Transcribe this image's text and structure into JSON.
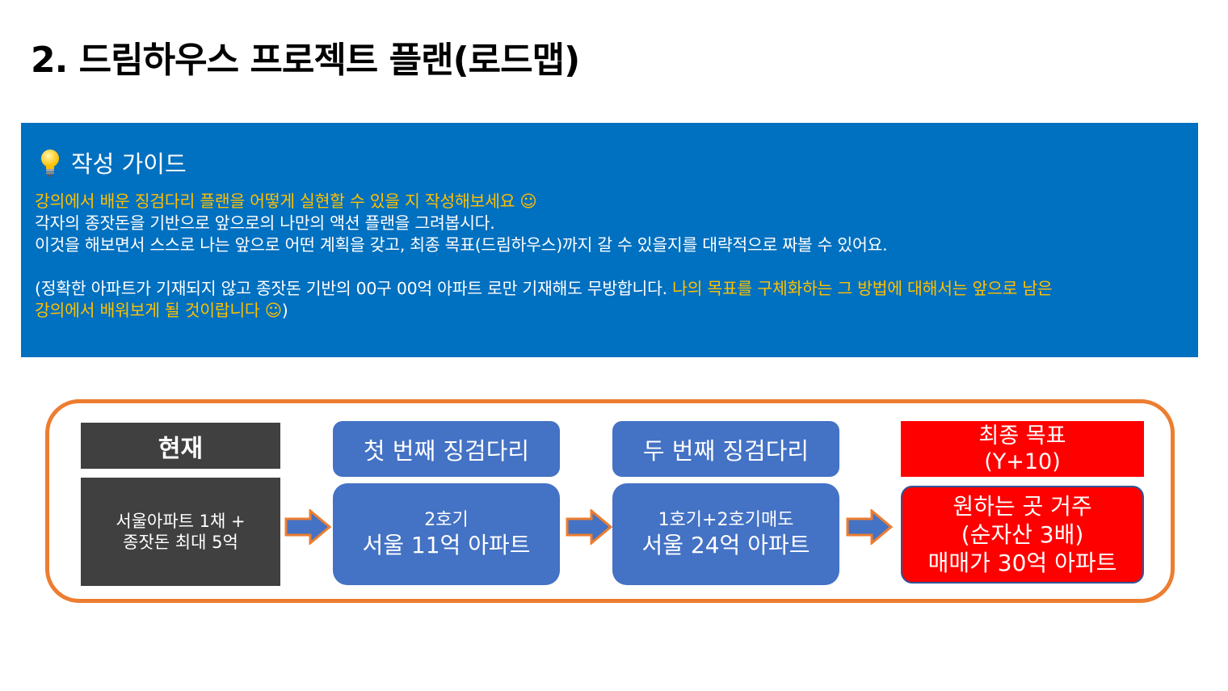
{
  "page": {
    "title": "2. 드림하우스 프로젝트 플랜(로드맵)"
  },
  "guide": {
    "heading": "작성 가이드",
    "line1": "강의에서 배운 징검다리 플랜을 어떻게 실현할 수 있을 지 작성해보세요 ☺",
    "line2": "각자의 종잣돈을 기반으로 앞으로의 나만의 액션 플랜을 그려봅시다.",
    "line3": "이것을 해보면서 스스로 나는 앞으로 어떤 계획을 갖고, 최종 목표(드림하우스)까지 갈 수 있을지를 대략적으로 짜볼 수 있어요.",
    "line4_white": "(정확한 아파트가 기재되지 않고 종잣돈 기반의 00구 00억 아파트 로만 기재해도 무방합니다. ",
    "line4_yellow": "나의 목표를 구체화하는 그 방법에 대해서는 앞으로 남은",
    "line5_yellow": "강의에서 배워보게 될 것이랍니다 ☺",
    "line5_white": ")"
  },
  "roadmap": {
    "current": {
      "label": "현재",
      "line1": "서울아파트 1채 +",
      "line2": "종잣돈 최대 5억"
    },
    "step1": {
      "label": "첫 번째 징검다리",
      "line1": "2호기",
      "line2": "서울 11억 아파트"
    },
    "step2": {
      "label": "두 번째 징검다리",
      "line1": "1호기+2호기매도",
      "line2": "서울 24억 아파트"
    },
    "goal": {
      "label_line1": "최종 목표",
      "label_line2": "(Y+10)",
      "line1": "원하는 곳 거주",
      "line2": "(순자산 3배)",
      "line3": "매매가 30억 아파트"
    }
  },
  "colors": {
    "guide_background": "#0070c0",
    "highlight_text": "#ffc000",
    "roadmap_border": "#ed7d31",
    "current_box": "#404040",
    "step_box": "#4472c4",
    "goal_box": "#ff0000"
  },
  "icons": {
    "guide_icon": "lightbulb-icon",
    "flow_arrow": "right-arrow-icon"
  }
}
